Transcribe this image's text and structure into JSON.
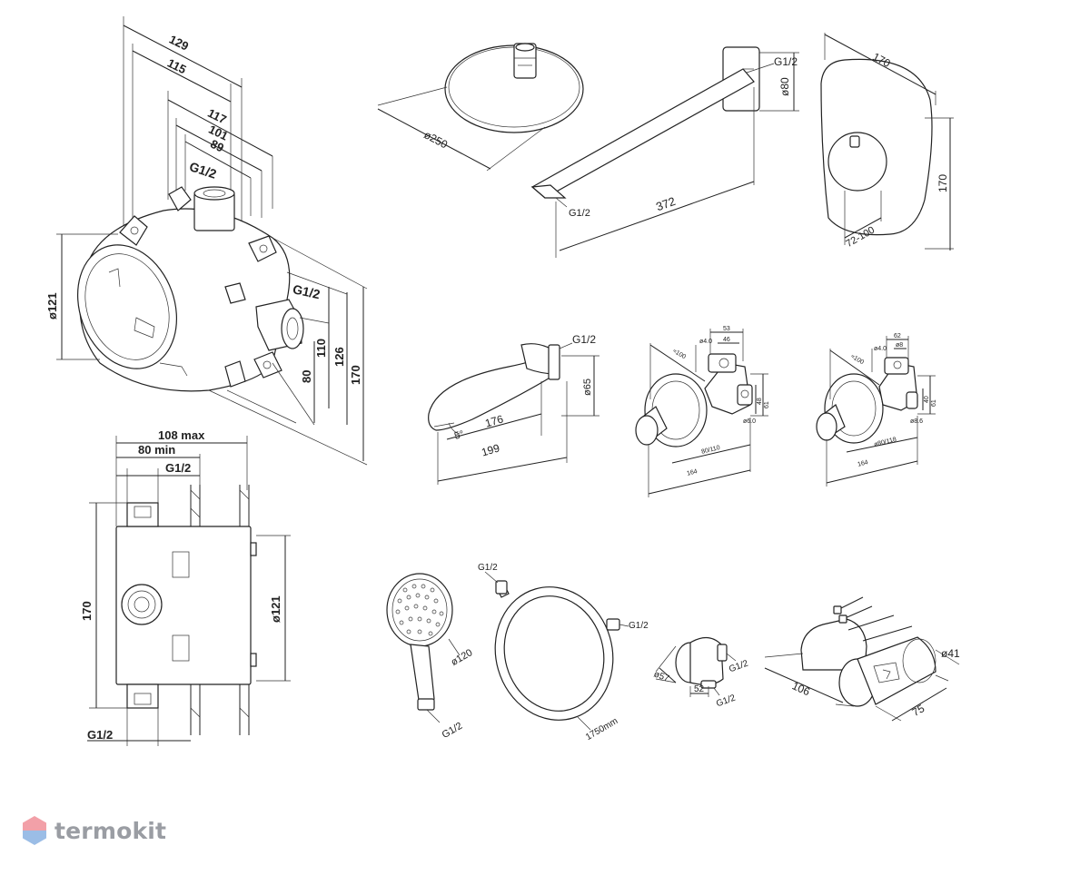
{
  "mixer_box_iso": {
    "dims": [
      "129",
      "115",
      "117",
      "101",
      "89",
      "ø121",
      "110",
      "126",
      "170",
      "80"
    ],
    "threads": [
      "G1/2",
      "G1/2"
    ]
  },
  "mixer_box_front": {
    "dims": [
      "108 max",
      "80 min",
      "170",
      "ø121"
    ],
    "threads": [
      "G1/2",
      "G1/2"
    ]
  },
  "overhead_shower": {
    "diameter": "ø250"
  },
  "shower_arm": {
    "length": "372",
    "plate": "ø80",
    "threads": [
      "G1/2",
      "G1/2"
    ]
  },
  "trim_plate": {
    "width": "170",
    "height": "170",
    "range": "72-100"
  },
  "spout": {
    "thread": "G1/2",
    "angle": "5°",
    "len1": "176",
    "len2": "199",
    "diameter": "ø65"
  },
  "thermostat_1": {
    "dims": [
      "≈100",
      "53",
      "ø4.0",
      "46",
      "48",
      "61",
      "ø6.0",
      "80/110",
      "164"
    ]
  },
  "thermostat_2": {
    "dims": [
      "≈100",
      "62",
      "ø4.0",
      "ø8",
      "40",
      "61",
      "ø8.6",
      "ø80/118",
      "164"
    ]
  },
  "hand_shower": {
    "diameter": "ø120",
    "thread": "G1/2"
  },
  "hose": {
    "threads": [
      "G1/2",
      "G1/2"
    ],
    "length": "1750mm"
  },
  "wall_outlet": {
    "diameter": "ø57",
    "depth": "52",
    "threads": [
      "G1/2",
      "G1/2"
    ]
  },
  "holder": {
    "len1": "106",
    "len2": "75",
    "diameter": "ø41"
  },
  "brand": {
    "name": "termokit",
    "color": "#9a9da3",
    "accent_top": "#f2a0a8",
    "accent_bottom": "#9bbde6"
  }
}
